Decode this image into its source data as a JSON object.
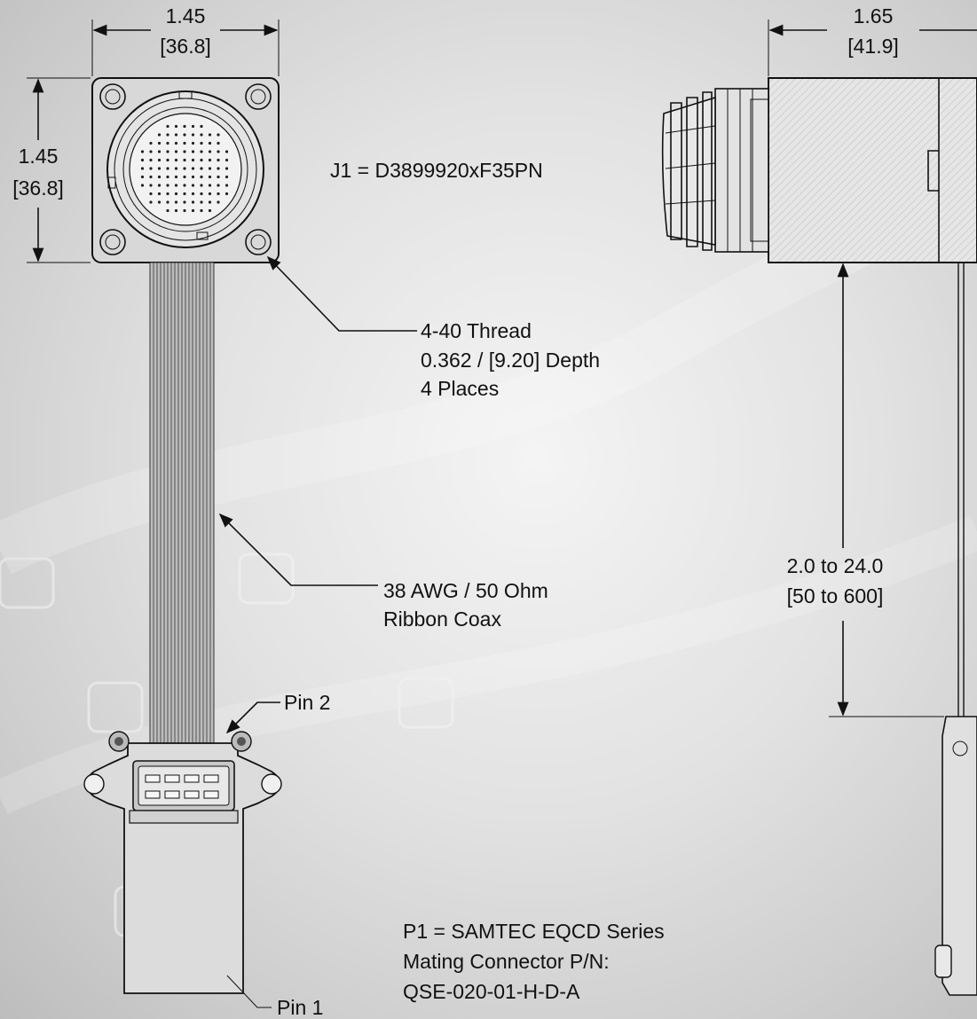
{
  "dimensions": {
    "top_width": "1.45",
    "top_width_mm": "[36.8]",
    "side_height": "1.45",
    "side_height_mm": "[36.8]",
    "side_view_width": "1.65",
    "side_view_width_mm": "[41.9]",
    "cable_length": "2.0 to 24.0",
    "cable_length_mm": "[50 to 600]"
  },
  "callouts": {
    "j1": "J1 = D3899920xF35PN",
    "thread_line1": "4-40 Thread",
    "thread_line2": "0.362 / [9.20] Depth",
    "thread_line3": "4 Places",
    "cable_line1": "38 AWG / 50 Ohm",
    "cable_line2": "Ribbon Coax",
    "pin2": "Pin 2",
    "pin1": "Pin 1",
    "p1_line1": "P1 = SAMTEC EQCD Series",
    "p1_line2": "Mating Connector P/N:",
    "p1_line3": "QSE-020-01-H-D-A"
  },
  "colors": {
    "line": "#111111",
    "background": "#d9d9d9"
  }
}
